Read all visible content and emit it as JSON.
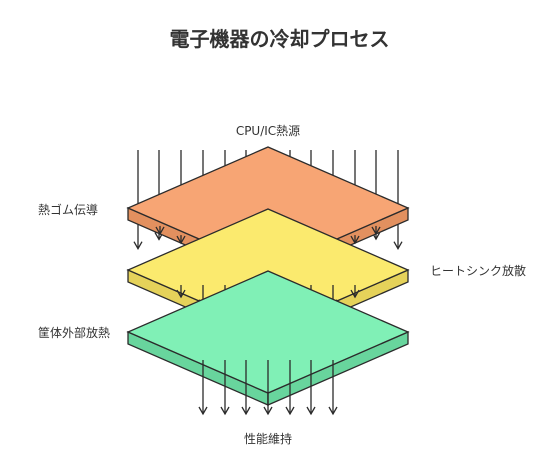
{
  "title": "電子機器の冷却プロセス",
  "labels": {
    "source": "CPU/IC熱源",
    "thermal_rubber": "熱ゴム伝導",
    "heatsink": "ヒートシンク放散",
    "housing": "筐体外部放熱",
    "result": "性能維持"
  },
  "colors": {
    "layer_top": "#F7A574",
    "layer_middle": "#FBEA6E",
    "layer_bottom": "#80F0B6",
    "side_top": "#E2905F",
    "side_middle": "#E5D25A",
    "side_bottom": "#68D59D",
    "ink": "#2b2b2b"
  }
}
